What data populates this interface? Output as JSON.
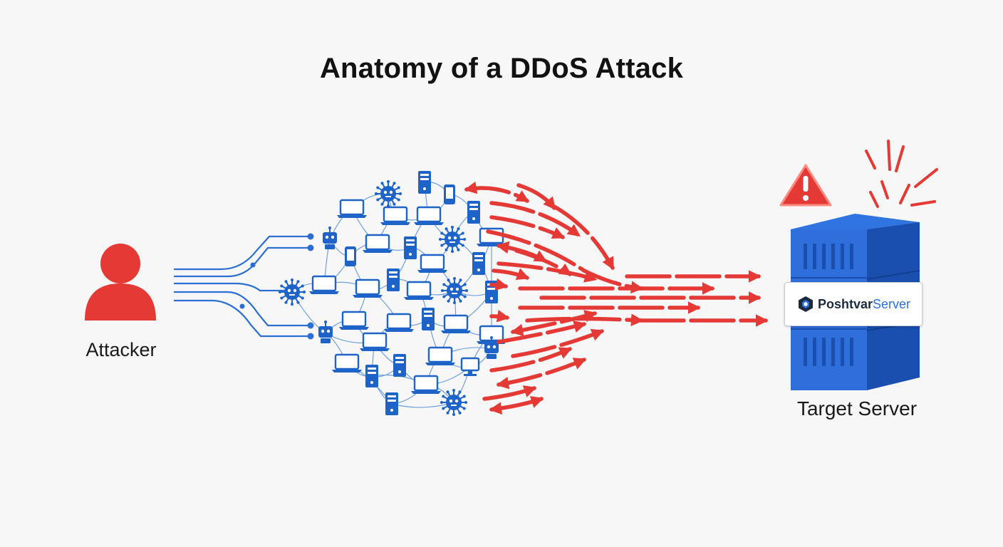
{
  "title": "Anatomy of a DDoS Attack",
  "attacker": {
    "label": "Attacker",
    "icon": "person-icon"
  },
  "target": {
    "label": "Target Server",
    "icon": "server-rack-icon",
    "brand": {
      "part1": "Poshtvar",
      "part2": "Server",
      "icon": "hexagon-logo-icon"
    },
    "alert_icon": "warning-triangle-icon"
  },
  "botnet": {
    "device_icons": [
      "laptop-icon",
      "tower-server-icon",
      "virus-icon",
      "robot-icon",
      "phone-icon",
      "desktop-icon"
    ]
  },
  "colors": {
    "attack": "#e53935",
    "botnet": "#1e64c8",
    "server": "#2f6fdc",
    "text": "#121212"
  }
}
